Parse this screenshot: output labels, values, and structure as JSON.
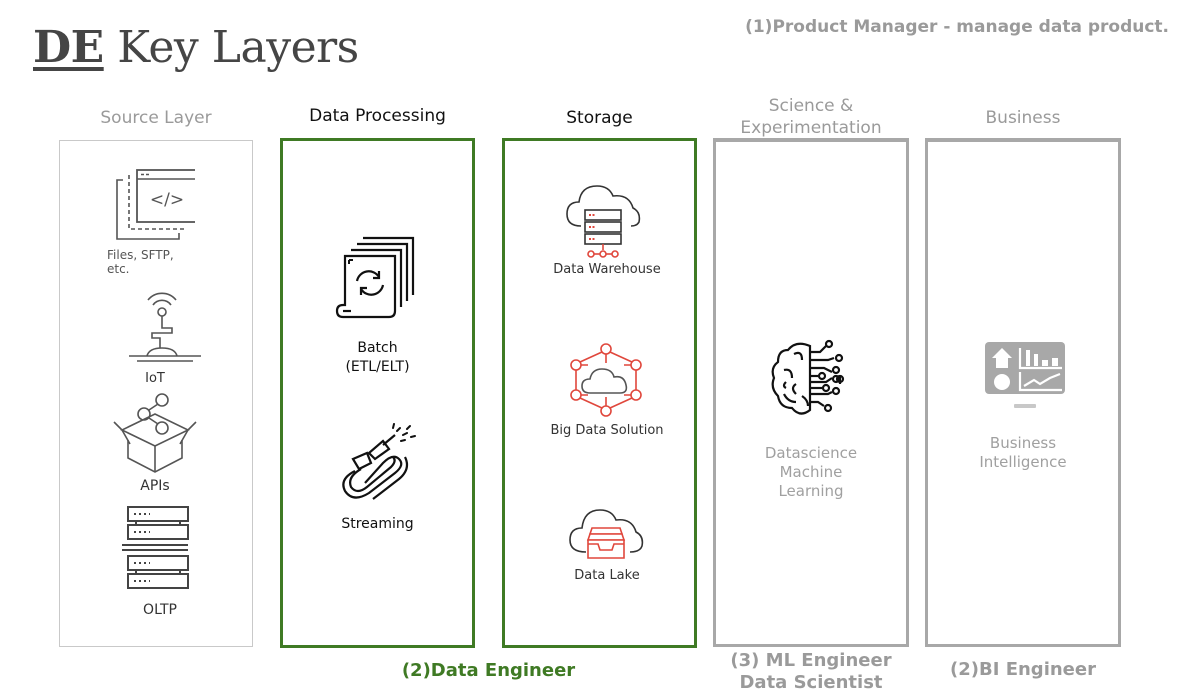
{
  "title": {
    "prefix": "DE",
    "rest": "Key Layers"
  },
  "note": "(1)Product Manager - manage data product.",
  "colors": {
    "accent_green": "#3f7a24",
    "muted_gray": "#9a9a9a",
    "icon_red": "#e0473c"
  },
  "columns": [
    {
      "heading": "Source Layer",
      "items": [
        {
          "label": "Files, SFTP, etc.",
          "icon": "code-window-icon"
        },
        {
          "label": "IoT",
          "icon": "antenna-icon"
        },
        {
          "label": "APIs",
          "icon": "api-box-icon"
        },
        {
          "label": "OLTP",
          "icon": "server-rack-icon"
        }
      ]
    },
    {
      "heading": "Data Processing",
      "items": [
        {
          "label_line1": "Batch",
          "label_line2": "(ETL/ELT)",
          "icon": "batch-documents-icon"
        },
        {
          "label": "Streaming",
          "icon": "hose-stream-icon"
        }
      ]
    },
    {
      "heading": "Storage",
      "items": [
        {
          "label": "Data Warehouse",
          "icon": "cloud-server-icon"
        },
        {
          "label": "Big Data Solution",
          "icon": "cloud-network-icon"
        },
        {
          "label": "Data Lake",
          "icon": "cloud-tray-icon"
        }
      ]
    },
    {
      "heading_line1": "Science &",
      "heading_line2": "Experimentation",
      "items": [
        {
          "label_line1": "Datascience",
          "label_line2": "Machine",
          "label_line3": "Learning",
          "icon": "brain-circuit-icon"
        }
      ]
    },
    {
      "heading": "Business",
      "items": [
        {
          "label_line1": "Business",
          "label_line2": "Intelligence",
          "icon": "dashboard-monitor-icon"
        }
      ]
    }
  ],
  "roles": {
    "data_engineer": "(2)Data Engineer",
    "ml_engineer_line1": "(3) ML Engineer",
    "ml_engineer_line2": "Data Scientist",
    "bi_engineer": "(2)BI Engineer"
  }
}
